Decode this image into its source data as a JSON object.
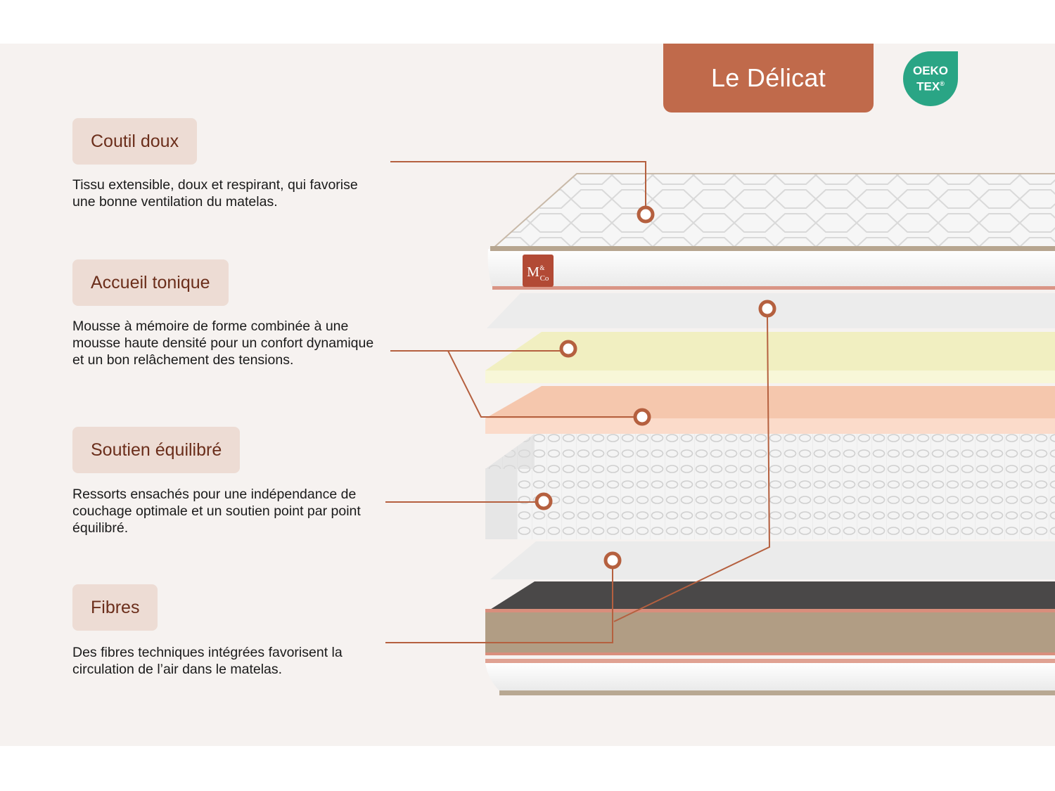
{
  "header": {
    "title": "Le Délicat",
    "certification": {
      "line1": "OEKO",
      "line2": "TEX",
      "mark": "®"
    }
  },
  "brand_tag": {
    "line1": "M",
    "line2": "&",
    "line3": "Co"
  },
  "layers": [
    {
      "title": "Coutil doux",
      "description": "Tissu extensible, doux et respirant, qui favorise une bonne ventilation du matelas."
    },
    {
      "title": "Accueil tonique",
      "description": "Mousse à mémoire de forme combinée à une mousse haute densité pour un confort dynamique et un bon relâchement des tensions."
    },
    {
      "title": "Soutien équilibré",
      "description": "Ressorts ensachés pour une indépendance de couchage optimale et un soutien point par point équilibré."
    },
    {
      "title": "Fibres",
      "description": "Des fibres techniques intégrées favorisent la circulation de l’air dans le matelas."
    }
  ],
  "colors": {
    "accent": "#c06a4b",
    "leader_line": "#b5603f",
    "pill_bg": "#eddcd4",
    "pill_text": "#6b2e1b",
    "panel_bg": "#f6f2f0",
    "oeko_green": "#2aa585",
    "memory_foam": "#f4f2c4",
    "hd_foam": "#f7c9b0",
    "border_fabric": "#b09a80"
  }
}
